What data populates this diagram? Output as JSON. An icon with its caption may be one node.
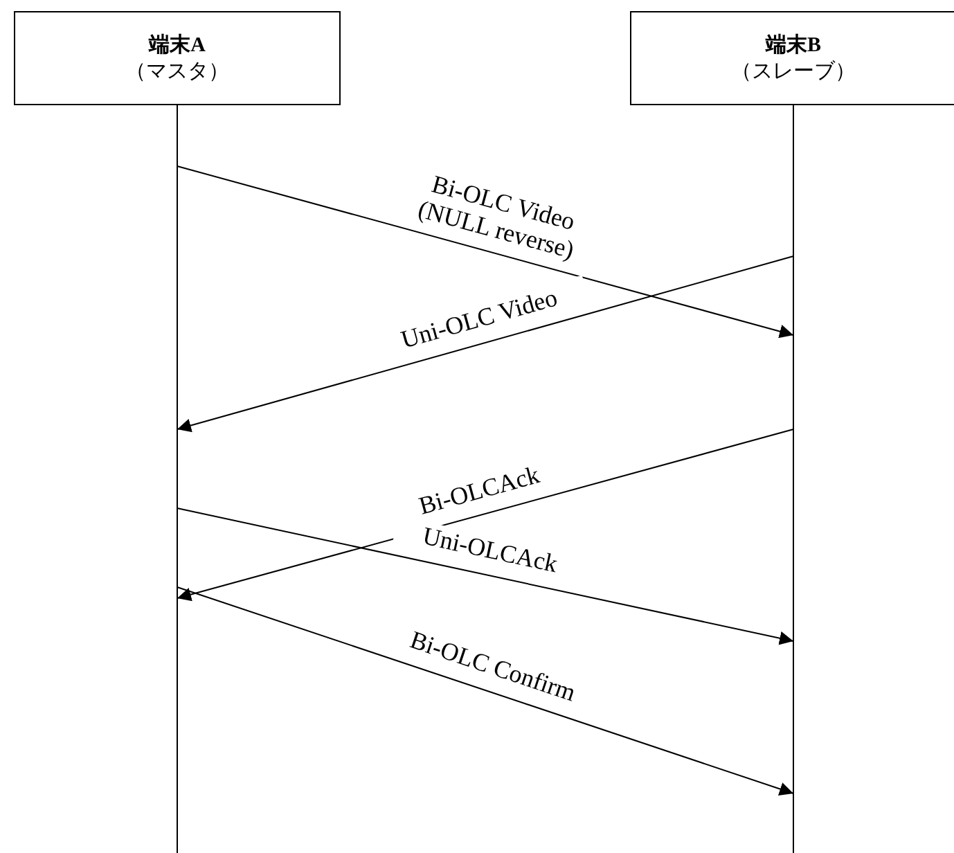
{
  "diagram": {
    "nodes": [
      {
        "text": [
          "端末A",
          "（マスタ）"
        ]
      },
      {
        "text": [
          "端末B",
          "（スレーブ）"
        ]
      }
    ],
    "edges": [
      {
        "from": 0,
        "to": 1,
        "arrow": "to",
        "label": "Bi-OLC Video (NULL reverse)"
      },
      {
        "from": 1,
        "to": 0,
        "arrow": "to",
        "label": "Uni-OLC Video"
      },
      {
        "from": 1,
        "to": 0,
        "arrow": "to",
        "label": "Bi-OLCAck"
      },
      {
        "from": 0,
        "to": 1,
        "arrow": "to",
        "label": "Uni-OLCAck"
      },
      {
        "from": 0,
        "to": 1,
        "arrow": "to",
        "label": "Bi-OLC Confirm"
      }
    ]
  }
}
